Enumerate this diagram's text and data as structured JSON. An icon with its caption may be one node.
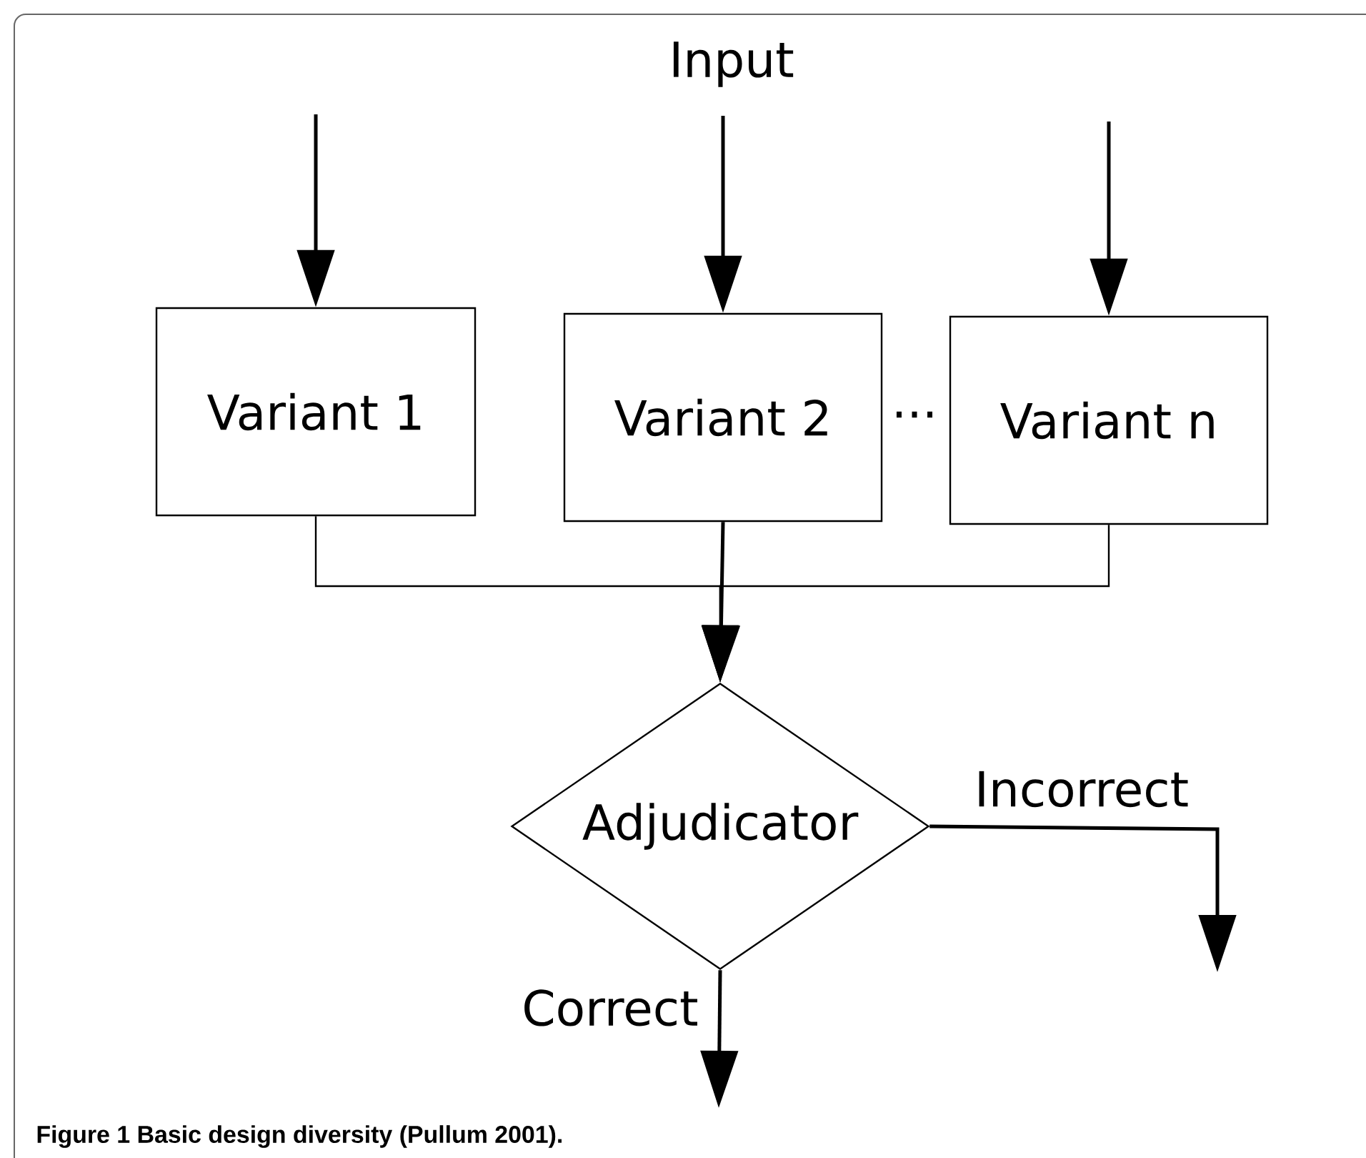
{
  "diagram": {
    "caption": "Figure 1 Basic design diversity (Pullum 2001).",
    "nodes": [
      {
        "text": [
          "Variant 1"
        ]
      },
      {
        "text": [
          "Variant 2"
        ]
      },
      {
        "text": [
          "Variant n"
        ]
      },
      {
        "text": [
          "Adjudicator"
        ]
      }
    ],
    "edges": [
      {
        "from": null,
        "to": 0,
        "arrow": "to"
      },
      {
        "from": null,
        "to": 1,
        "arrow": "to"
      },
      {
        "from": null,
        "to": 2,
        "arrow": "to"
      },
      {
        "from": 0,
        "to": 3,
        "arrow": "to"
      },
      {
        "from": 1,
        "to": 3,
        "arrow": "to"
      },
      {
        "from": 2,
        "to": 3,
        "arrow": "to"
      },
      {
        "from": 3,
        "to": null,
        "arrow": "to",
        "label": "Incorrect"
      },
      {
        "from": 3,
        "to": null,
        "arrow": "to",
        "label": "Correct"
      }
    ],
    "labels": [
      "Input",
      "..."
    ]
  }
}
